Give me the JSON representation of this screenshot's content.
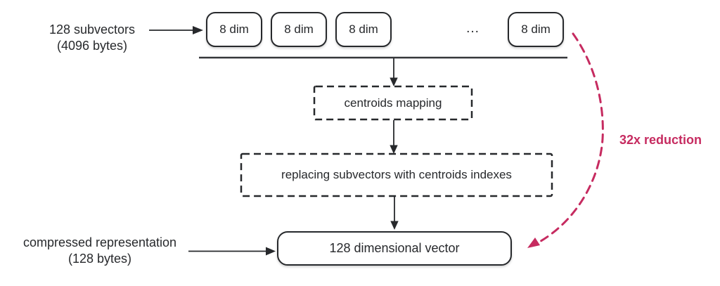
{
  "diagram": {
    "input_label": {
      "line1": "128 subvectors",
      "line2": "(4096 bytes)"
    },
    "subvector_boxes": [
      "8 dim",
      "8 dim",
      "8 dim",
      "8 dim"
    ],
    "ellipsis": "...",
    "steps": {
      "centroids_mapping": "centroids mapping",
      "replacing_subvectors": "replacing subvectors with centroids indexes"
    },
    "output_box": "128 dimensional vector",
    "output_label": {
      "line1": "compressed representation",
      "line2": "(128 bytes)"
    },
    "reduction_label": "32x reduction",
    "colors": {
      "accent_pink": "#c62b60",
      "ink": "#27292c"
    }
  }
}
